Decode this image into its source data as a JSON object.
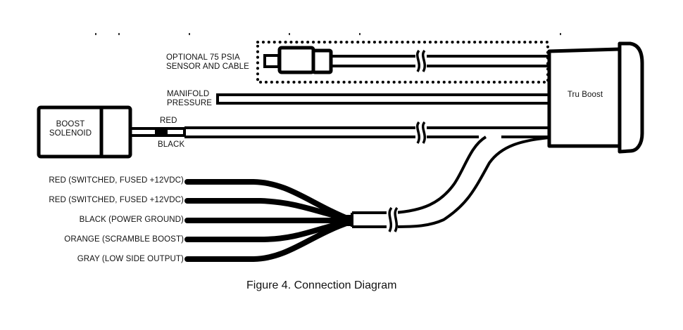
{
  "figure": {
    "caption": "Figure 4. Connection Diagram"
  },
  "components": {
    "gauge": {
      "label": "Tru Boost"
    },
    "solenoid": {
      "label_line1": "BOOST",
      "label_line2": "SOLENOID"
    },
    "optional_sensor": {
      "label_line1": "OPTIONAL 75 PSIA",
      "label_line2": "SENSOR AND CABLE",
      "outline": "dotted"
    },
    "manifold_line": {
      "label_line1": "MANIFOLD",
      "label_line2": "PRESSURE"
    }
  },
  "solenoid_wires": {
    "top": "RED",
    "bottom": "BLACK"
  },
  "harness_wires": [
    {
      "label": "RED (SWITCHED, FUSED +12VDC)"
    },
    {
      "label": "RED (SWITCHED, FUSED +12VDC)"
    },
    {
      "label": "BLACK (POWER GROUND)"
    },
    {
      "label": "ORANGE (SCRAMBLE BOOST)"
    },
    {
      "label": "GRAY (LOW SIDE OUTPUT)"
    }
  ],
  "colors": {
    "line": "#000000",
    "background": "#ffffff",
    "text": "#111111"
  }
}
